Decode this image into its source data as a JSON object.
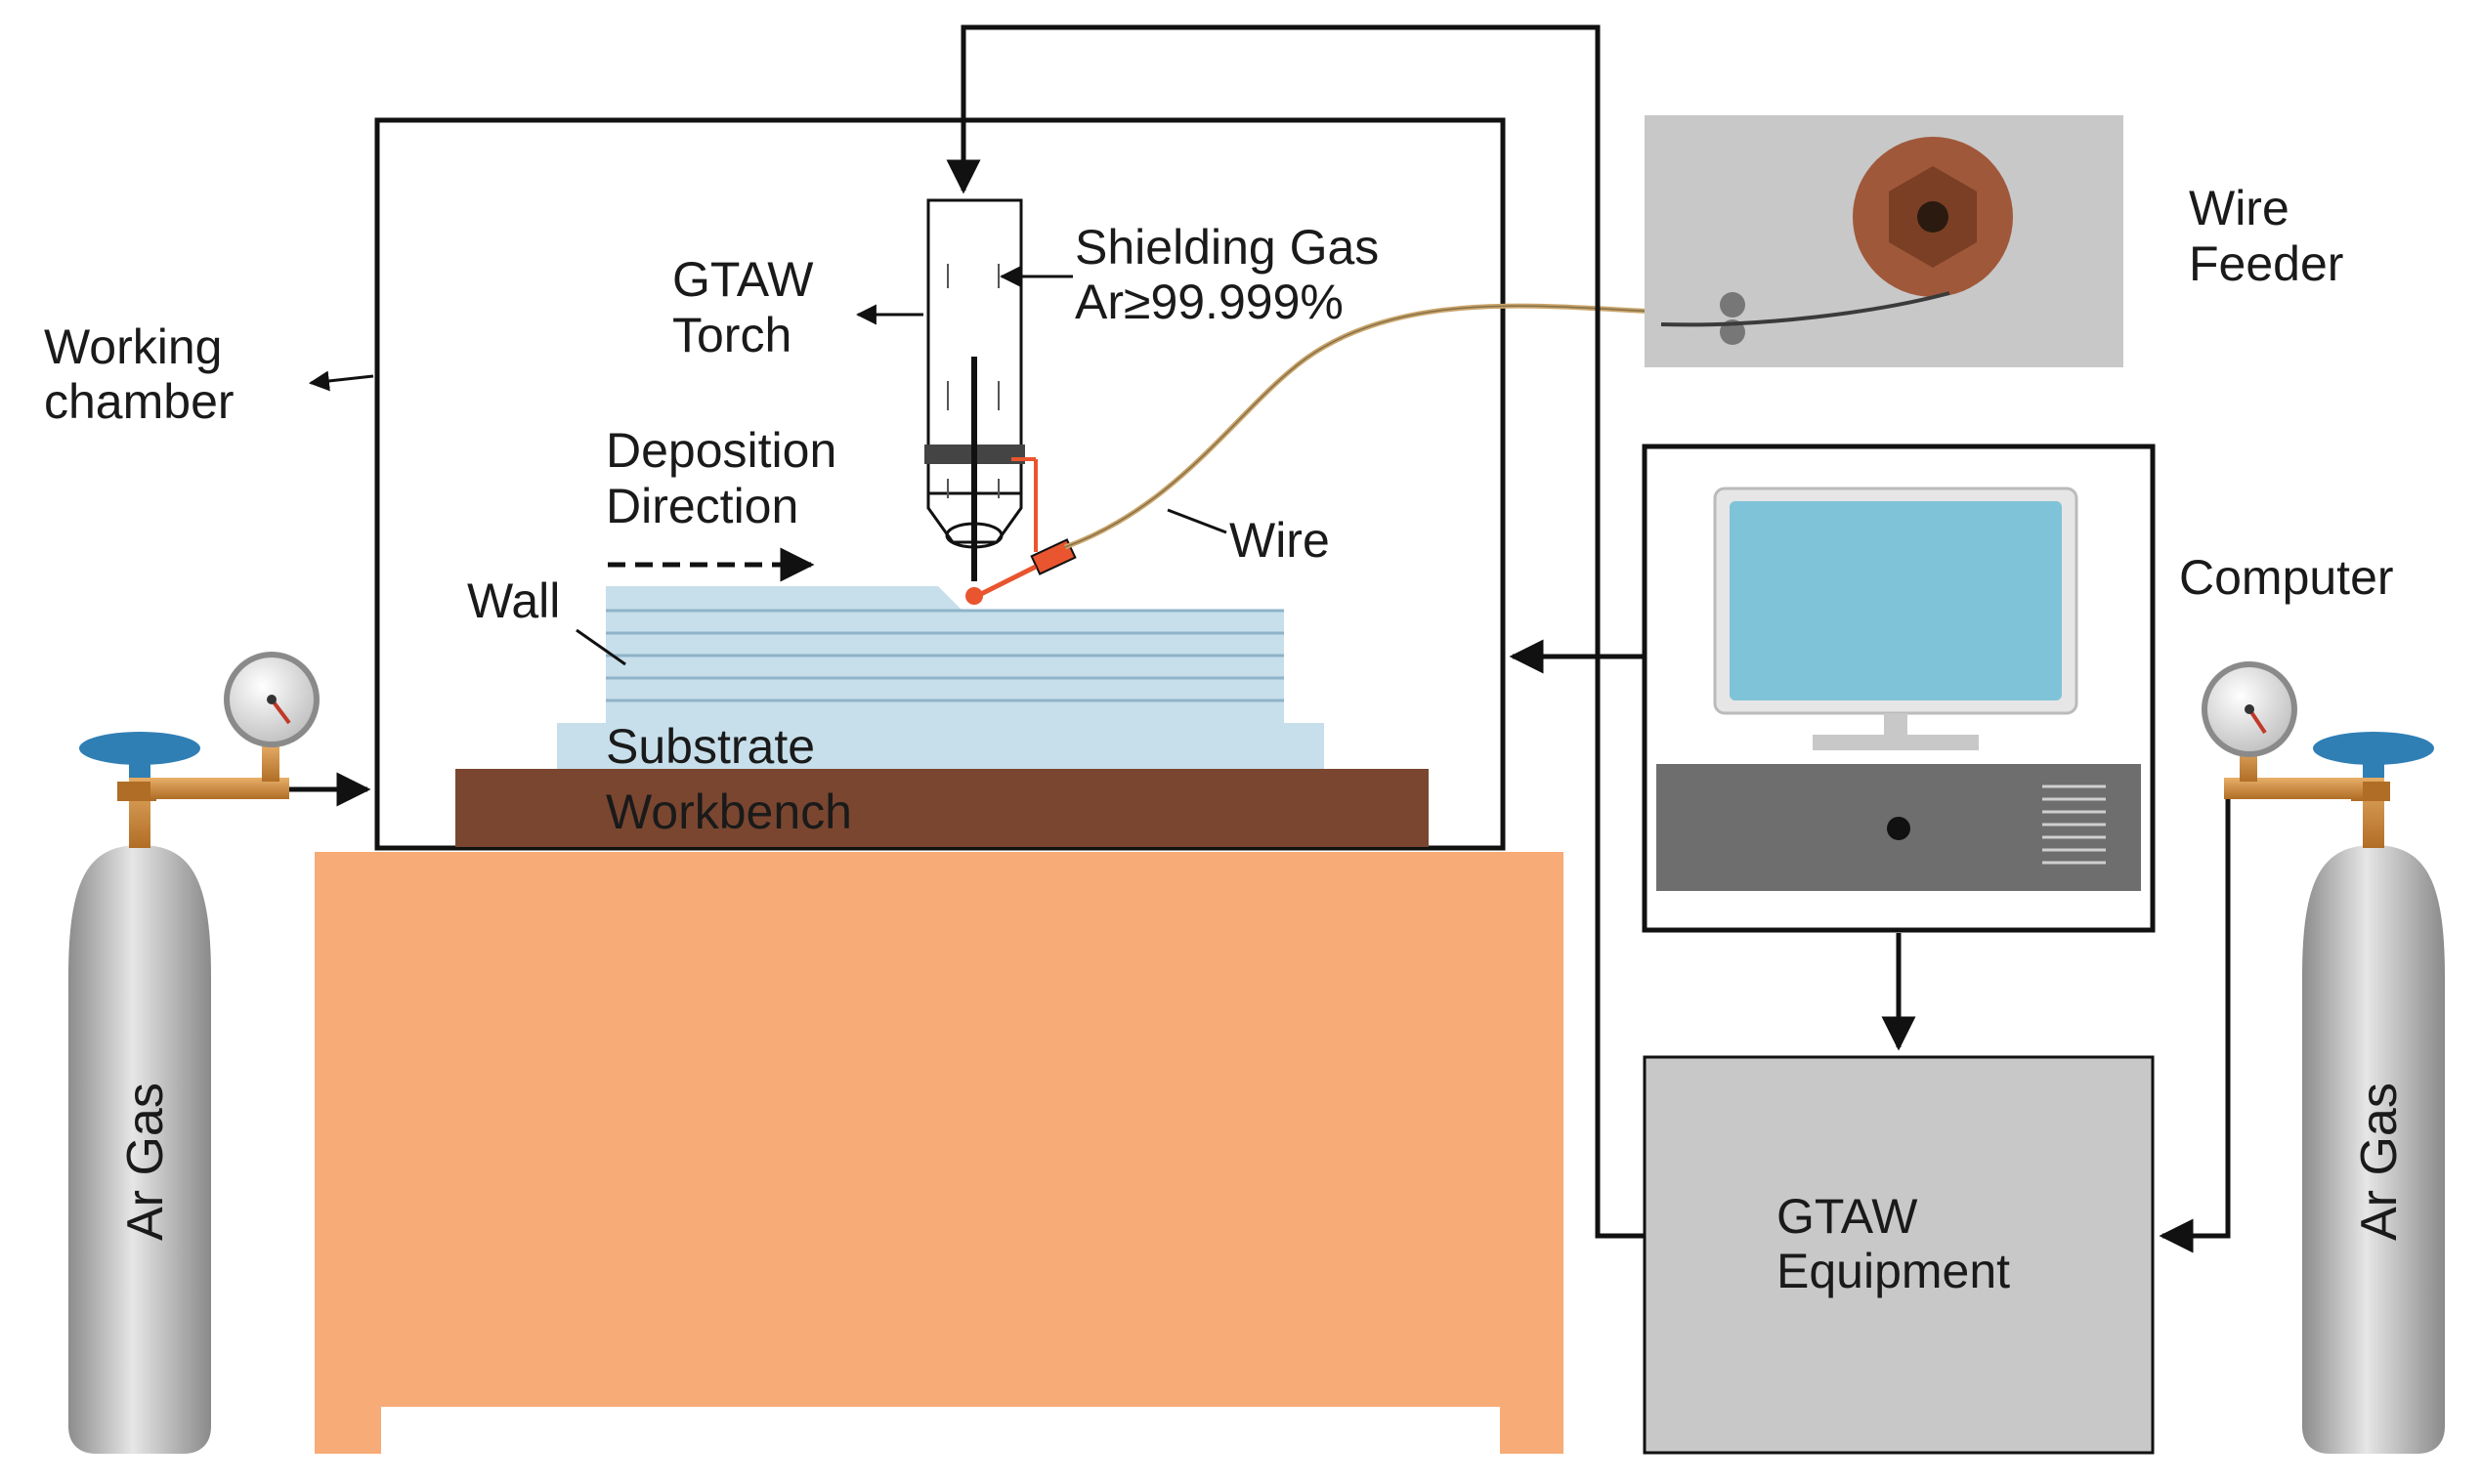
{
  "labels": {
    "working_chamber_line1": "Working",
    "working_chamber_line2": "chamber",
    "gtaw_torch_line1": "GTAW",
    "gtaw_torch_line2": "Torch",
    "shielding_gas_line1": "Shielding Gas",
    "shielding_gas_line2": "Ar≥99.999%",
    "deposition_line1": "Deposition",
    "deposition_line2": "Direction",
    "wall": "Wall",
    "wire": "Wire",
    "substrate": "Substrate",
    "workbench": "Workbench",
    "wire_feeder_line1": "Wire",
    "wire_feeder_line2": "Feeder",
    "computer": "Computer",
    "gtaw_equipment_line1": "GTAW",
    "gtaw_equipment_line2": "Equipment",
    "ar_gas_left": "Ar Gas",
    "ar_gas_right": "Ar Gas"
  },
  "colors": {
    "table": "#f7ab77",
    "workbench": "#7a4630",
    "substrate": "#c7dfeb",
    "wall": "#c7dfeb",
    "wall_lines": "#8fb3c8",
    "panel_gray": "#c8c8c8",
    "screen": "#7fc3d8",
    "spool": "#a0583a",
    "valve": "#2f7fb5",
    "pipe": "#cc8a3d",
    "cylinder": "#b9b9b9",
    "tip": "#e8552e",
    "wire": "#c9a46a"
  }
}
